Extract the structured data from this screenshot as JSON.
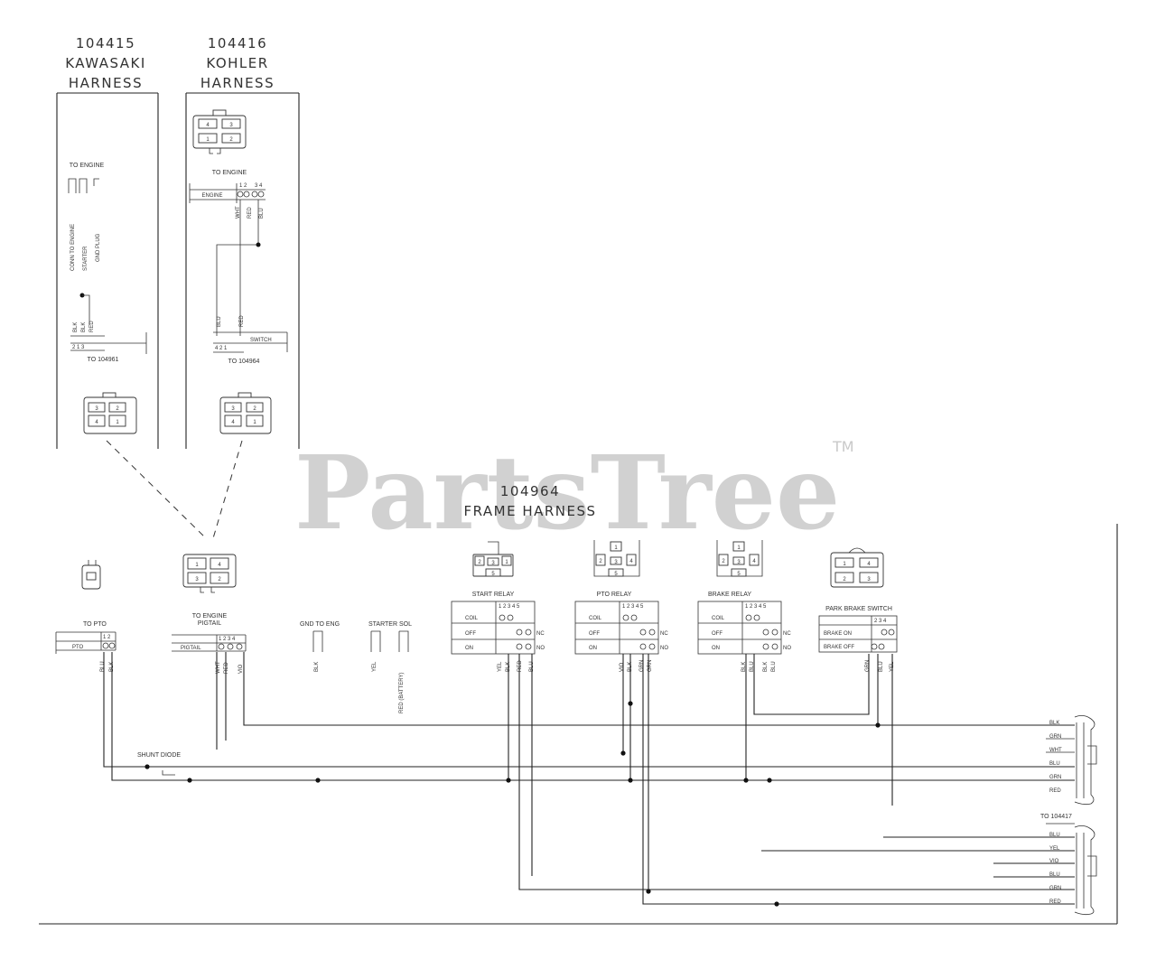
{
  "harness_kawasaki": {
    "part": "104415",
    "line1": "KAWASAKI",
    "line2": "HARNESS",
    "to_engine": "TO ENGINE",
    "plug_ref": "TO 104961",
    "conn_top": [
      "3",
      "2"
    ],
    "conn_bottom": [
      "4",
      "1"
    ]
  },
  "harness_kohler": {
    "part": "104416",
    "line1": "KOHLER",
    "line2": "HARNESS",
    "to_engine": "TO ENGINE",
    "engine_label": "ENGINE",
    "switch_label": "SWITCH",
    "plug_ref": "TO 104964",
    "pins": [
      "1",
      "2",
      "3",
      "4"
    ],
    "wire_colors": [
      "WHT",
      "RED",
      "BLU"
    ],
    "conn_top": [
      "3",
      "2"
    ],
    "conn_bottom": [
      "4",
      "1"
    ]
  },
  "frame_harness": {
    "part": "104964",
    "title": "FRAME HARNESS"
  },
  "components": {
    "pto": {
      "label": "TO PTO",
      "row": "PTO",
      "wires": [
        "BLU",
        "BLK"
      ]
    },
    "pigtail": {
      "label": "TO ENGINE PIGTAIL",
      "row": "PIGTAIL",
      "wires": [
        "WHT",
        "RED",
        "VIO"
      ]
    },
    "gnd": {
      "label": "GND TO ENG",
      "wire": "BLK"
    },
    "starter": {
      "label": "STARTER SOL",
      "wires": [
        "YEL",
        "RED (BATTERY)"
      ]
    },
    "start_relay": {
      "label": "START RELAY",
      "rows": [
        "COIL",
        "OFF",
        "ON"
      ],
      "nc": "NC",
      "no": "NO",
      "wires": [
        "YEL",
        "BLK",
        "RED",
        "BLU"
      ]
    },
    "pto_relay": {
      "label": "PTO RELAY",
      "rows": [
        "COIL",
        "OFF",
        "ON"
      ],
      "nc": "NC",
      "no": "NO",
      "wires": [
        "VIO",
        "BLK",
        "GRN",
        "GRN"
      ]
    },
    "brake_relay": {
      "label": "BRAKE RELAY",
      "rows": [
        "COIL",
        "OFF",
        "ON"
      ],
      "nc": "NC",
      "no": "NO",
      "wires": [
        "BLK",
        "BLU",
        "BLK",
        "BLU"
      ]
    },
    "park_brake": {
      "label": "PARK BRAKE SWITCH",
      "rows": [
        "BRAKE ON",
        "BRAKE OFF"
      ],
      "wires": [
        "GRN",
        "BLU",
        "YEL"
      ]
    }
  },
  "diode_label": "SHUNT DIODE",
  "right_conn1": {
    "wires": [
      "BLK",
      "GRN",
      "WHT",
      "BLU",
      "GRN",
      "RED"
    ]
  },
  "right_conn2": {
    "ref": "TO 104417",
    "wires": [
      "BLU",
      "YEL",
      "VIO",
      "BLU",
      "GRN",
      "RED"
    ]
  },
  "watermark": {
    "text": "PartsTree",
    "mark": "TM"
  },
  "colors": {
    "line": "#222222",
    "watermark": "#c9c9c9",
    "background": "#ffffff"
  }
}
